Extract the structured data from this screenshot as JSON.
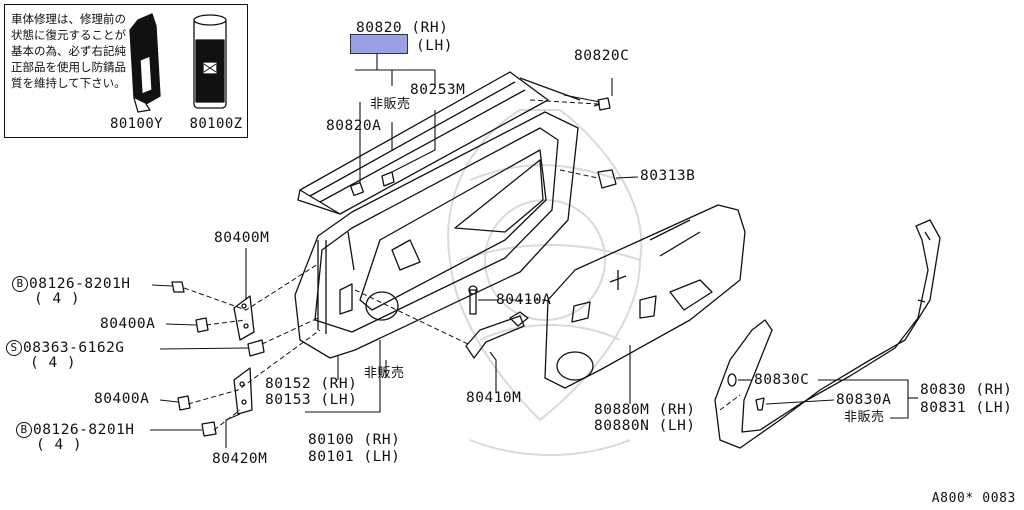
{
  "notice": {
    "text": "車体修理は、修理前の状態に復元することが基本の為、必ず右記純正部品を使用し防錆品質を維持して下さい。",
    "part_left": "80100Y",
    "part_right": "80100Z"
  },
  "labels": {
    "p80820_rh": "80820 (RH)",
    "p80820_lh": "(LH)",
    "p80253m": "80253M",
    "not_for_sale_1": "非販売",
    "p80820a": "80820A",
    "p80820c": "80820C",
    "p80313b": "80313B",
    "p80400m": "80400M",
    "bolt_b1": "08126-8201H",
    "bolt_b1_qty": "( 4 )",
    "p80400a_1": "80400A",
    "screw_s": "08363-6162G",
    "screw_s_qty": "( 4 )",
    "p80400a_2": "80400A",
    "bolt_b2": "08126-8201H",
    "bolt_b2_qty": "( 4 )",
    "p80420m": "80420M",
    "p80152": "80152 (RH)",
    "p80153": "80153 (LH)",
    "not_for_sale_2": "非販売",
    "p80100": "80100 (RH)",
    "p80101": "80101 (LH)",
    "p80410a": "80410A",
    "p80410m": "80410M",
    "p80880m": "80880M (RH)",
    "p80880n": "80880N (LH)",
    "p80830c": "80830C",
    "p80830a": "80830A",
    "p80830": "80830 (RH)",
    "p80831": "80831 (LH)",
    "not_for_sale_3": "非販売",
    "circle_b": "B",
    "circle_s": "S"
  },
  "ref_code": "A800* 0083"
}
